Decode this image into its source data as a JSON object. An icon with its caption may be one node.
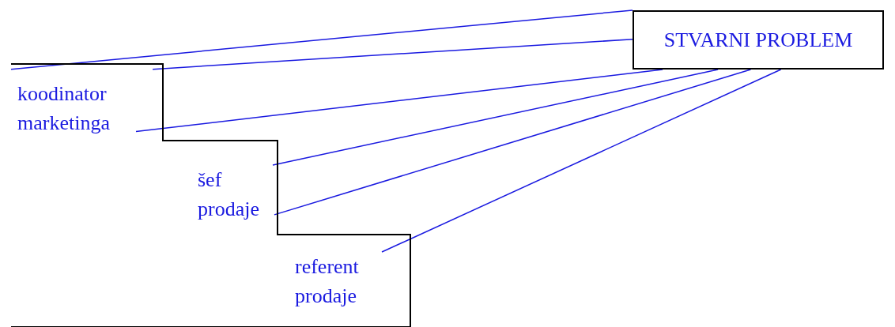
{
  "diagram": {
    "nodes": [
      {
        "text": [
          "STVARNI PROBLEM"
        ]
      },
      {
        "text": [],
        "shape": "stairs"
      },
      {
        "text": [
          "koodinator marketinga"
        ],
        "in": 1
      },
      {
        "text": [
          "šef prodaje"
        ],
        "in": 1
      },
      {
        "text": [
          "referent prodaje"
        ],
        "in": 1
      }
    ],
    "edges": [
      {
        "from": 0,
        "to": 1,
        "arrow": "none"
      },
      {
        "from": 0,
        "to": 1,
        "arrow": "none"
      },
      {
        "from": 0,
        "to": 2,
        "arrow": "none"
      },
      {
        "from": 0,
        "to": 3,
        "arrow": "none"
      },
      {
        "from": 0,
        "to": 3,
        "arrow": "none"
      },
      {
        "from": 0,
        "to": 4,
        "arrow": "none"
      }
    ]
  }
}
